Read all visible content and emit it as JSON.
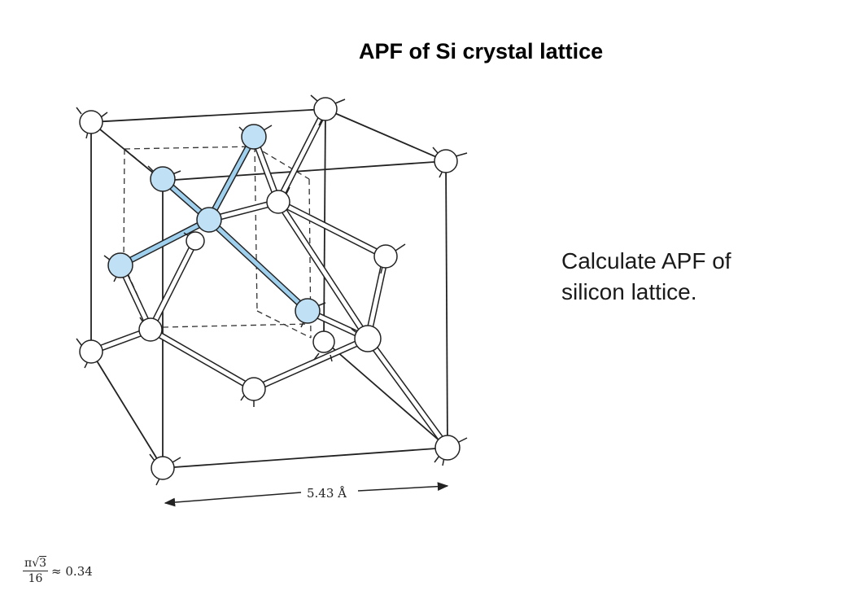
{
  "slide": {
    "title": "APF of Si crystal lattice",
    "side_text_lines": [
      "Calculate APF of",
      "silicon lattice."
    ]
  },
  "figure": {
    "lattice_constant_label": "5.43 Å",
    "colors": {
      "highlight_atom": "#bfe0f5",
      "highlight_bond": "#9fd0ee",
      "plain_atom": "#ffffff",
      "line": "#222222"
    }
  },
  "formula": {
    "pi": "π",
    "sqrt_symbol": "√",
    "radicand": "3",
    "denominator": "16",
    "result": "≈ 0.34"
  }
}
